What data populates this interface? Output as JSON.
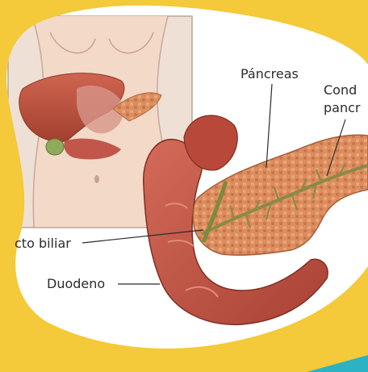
{
  "labels": {
    "pancreas": "Páncreas",
    "pancreatic_duct_line1": "Cond",
    "pancreatic_duct_line2": "pancr",
    "bile_duct": "cto biliar",
    "duodenum": "Duodeno"
  },
  "colors": {
    "background": "#f4c93a",
    "white_blob": "#ffffff",
    "inset_background": "#efe0d6",
    "pancreas": "#d9885a",
    "duodenum": "#c85a4a",
    "liver": "#c0503c",
    "duct": "#8a8a48",
    "teal_corner": "#2bb3c4"
  }
}
